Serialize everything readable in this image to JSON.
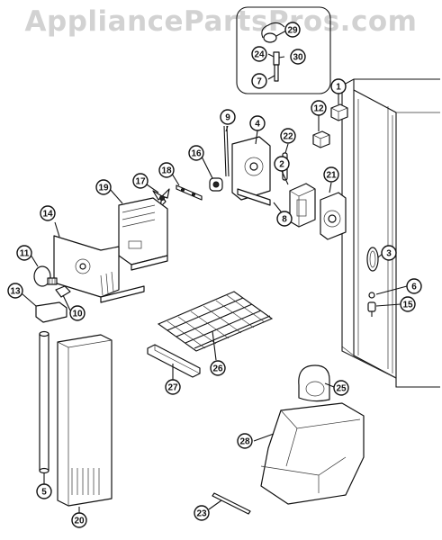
{
  "watermark": "AppliancePartsPros.com",
  "callouts": [
    {
      "id": "c1",
      "label": "1"
    },
    {
      "id": "c2",
      "label": "2"
    },
    {
      "id": "c3",
      "label": "3"
    },
    {
      "id": "c4",
      "label": "4"
    },
    {
      "id": "c5",
      "label": "5"
    },
    {
      "id": "c6",
      "label": "6"
    },
    {
      "id": "c7",
      "label": "7"
    },
    {
      "id": "c8",
      "label": "8"
    },
    {
      "id": "c9",
      "label": "9"
    },
    {
      "id": "c10",
      "label": "10"
    },
    {
      "id": "c11",
      "label": "11"
    },
    {
      "id": "c12",
      "label": "12"
    },
    {
      "id": "c13",
      "label": "13"
    },
    {
      "id": "c14",
      "label": "14"
    },
    {
      "id": "c15",
      "label": "15"
    },
    {
      "id": "c16",
      "label": "16"
    },
    {
      "id": "c17",
      "label": "17"
    },
    {
      "id": "c18",
      "label": "18"
    },
    {
      "id": "c19",
      "label": "19"
    },
    {
      "id": "c20",
      "label": "20"
    },
    {
      "id": "c21",
      "label": "21"
    },
    {
      "id": "c22",
      "label": "22"
    },
    {
      "id": "c23",
      "label": "23"
    },
    {
      "id": "c24",
      "label": "24"
    },
    {
      "id": "c25",
      "label": "25"
    },
    {
      "id": "c26",
      "label": "26"
    },
    {
      "id": "c27",
      "label": "27"
    },
    {
      "id": "c28",
      "label": "28"
    },
    {
      "id": "c29",
      "label": "29"
    },
    {
      "id": "c30",
      "label": "30"
    }
  ]
}
